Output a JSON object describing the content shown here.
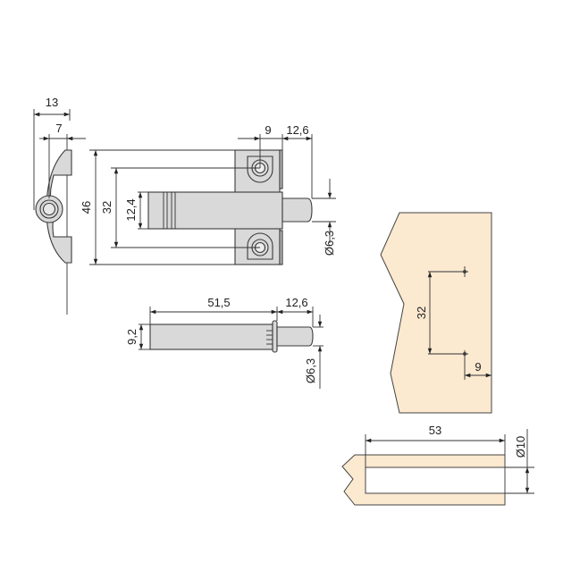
{
  "colors": {
    "part_fill": "#d9d9d9",
    "part_shadow": "#bdbdbd",
    "wood_fill": "#fbe9d0",
    "line": "#333333",
    "background": "#ffffff"
  },
  "side_view": {
    "dims": {
      "width_total": "13",
      "width_partial": "7"
    }
  },
  "front_view": {
    "dims": {
      "total_height": "46",
      "hole_spacing": "32",
      "body_diameter": "12,4",
      "hole_offset": "9",
      "pin_length": "12,6",
      "pin_diameter": "Ø6,3"
    }
  },
  "piston_view": {
    "dims": {
      "body_length": "51,5",
      "pin_length": "12,6",
      "body_diameter": "9,2",
      "pin_diameter": "Ø6,3"
    }
  },
  "panel_front": {
    "dims": {
      "hole_spacing": "32",
      "edge_offset": "9"
    }
  },
  "panel_section": {
    "dims": {
      "drill_depth": "53",
      "drill_diameter": "Ø10"
    }
  }
}
